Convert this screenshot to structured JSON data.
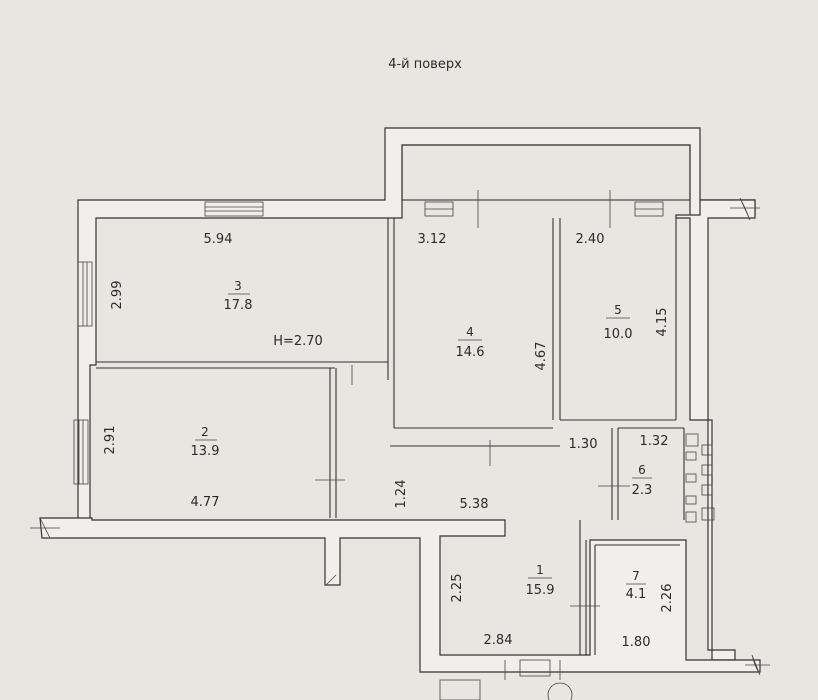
{
  "floor_title": "4-й поверх",
  "rooms": [
    {
      "id": "r3",
      "number": "3",
      "area": "17.8"
    },
    {
      "id": "r2",
      "number": "2",
      "area": "13.9"
    },
    {
      "id": "r4",
      "number": "4",
      "area": "14.6"
    },
    {
      "id": "r5",
      "number": "5",
      "area": "10.0"
    },
    {
      "id": "r6",
      "number": "6",
      "area": "2.3"
    },
    {
      "id": "r1",
      "number": "1",
      "area": "15.9"
    },
    {
      "id": "r7",
      "number": "7",
      "area": "4.1"
    }
  ],
  "ceiling_height": "H=2.70",
  "dimensions": {
    "r3_width": "5.94",
    "r3_height": "2.99",
    "r4_width": "3.12",
    "r4_height": "4.67",
    "r5_width": "2.40",
    "r5_height": "4.15",
    "r2_height": "2.91",
    "r2_width": "4.77",
    "corridor_height": "1.24",
    "corridor_width": "5.38",
    "r6_left": "1.30",
    "r6_right": "1.32",
    "r1_height": "2.25",
    "r1_width": "2.84",
    "r7_height": "2.26",
    "r7_width": "1.80"
  }
}
